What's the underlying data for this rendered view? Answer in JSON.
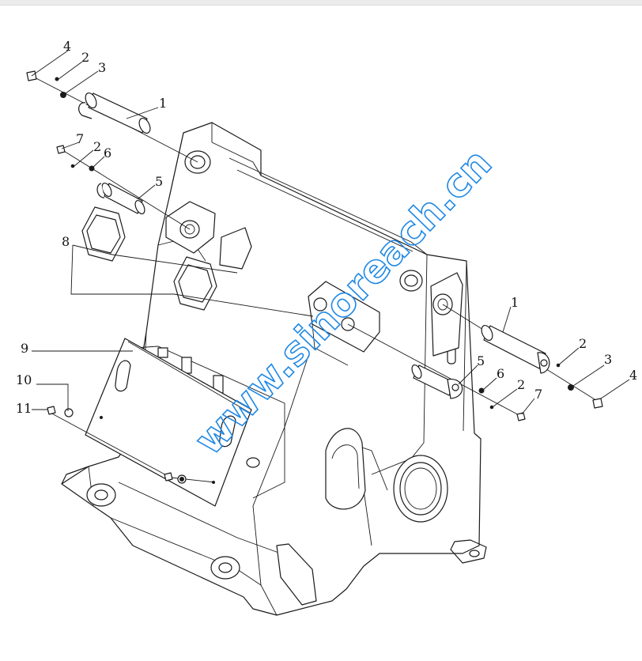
{
  "diagram": {
    "callouts": [
      "1",
      "2",
      "3",
      "4",
      "5",
      "6",
      "7",
      "8",
      "9",
      "10",
      "11"
    ],
    "watermark": "www.sinoreach.cn",
    "watermark_color": "#1e88e5"
  }
}
